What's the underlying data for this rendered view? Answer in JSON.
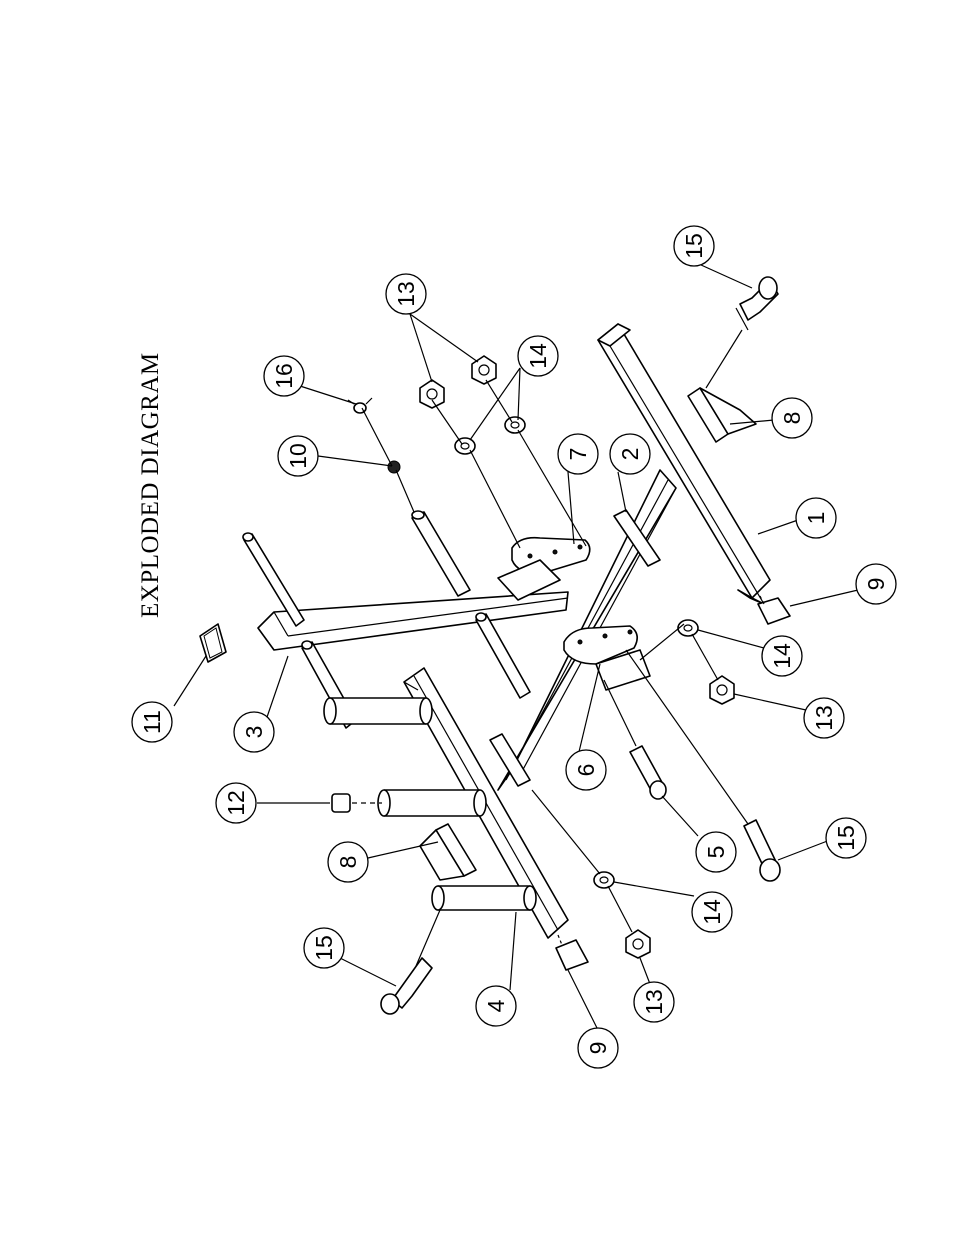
{
  "title": "EXPLODED DIAGRAM",
  "callouts": [
    {
      "id": "c11a",
      "label": "11"
    },
    {
      "id": "c3",
      "label": "3"
    },
    {
      "id": "c12",
      "label": "12"
    },
    {
      "id": "c8a",
      "label": "8"
    },
    {
      "id": "c15a",
      "label": "15"
    },
    {
      "id": "c4",
      "label": "4"
    },
    {
      "id": "c9a",
      "label": "9"
    },
    {
      "id": "c13a",
      "label": "13"
    },
    {
      "id": "c14a",
      "label": "14"
    },
    {
      "id": "c15b",
      "label": "15"
    },
    {
      "id": "c5",
      "label": "5"
    },
    {
      "id": "c6",
      "label": "6"
    },
    {
      "id": "c13b",
      "label": "13"
    },
    {
      "id": "c14b",
      "label": "14"
    },
    {
      "id": "c9b",
      "label": "9"
    },
    {
      "id": "c1",
      "label": "1"
    },
    {
      "id": "c8b",
      "label": "8"
    },
    {
      "id": "c15c",
      "label": "15"
    },
    {
      "id": "c13c",
      "label": "13"
    },
    {
      "id": "c14c",
      "label": "14"
    },
    {
      "id": "c7",
      "label": "7"
    },
    {
      "id": "c2",
      "label": "2"
    },
    {
      "id": "c10",
      "label": "10"
    },
    {
      "id": "c16",
      "label": "16"
    }
  ]
}
